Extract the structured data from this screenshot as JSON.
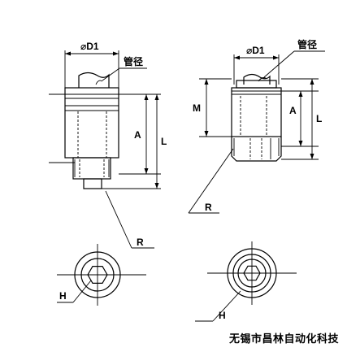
{
  "figure": {
    "left_part": {
      "dia_label": "⌀D1",
      "tube_label": "管径",
      "dim_a": "A",
      "dim_l": "L",
      "dim_r": "R",
      "dim_h": "H"
    },
    "right_part": {
      "dia_label": "⌀D1",
      "tube_label": "管径",
      "dim_m": "M",
      "dim_a": "A",
      "dim_l": "L",
      "dim_r": "R",
      "dim_h": "H"
    }
  },
  "watermark": "无锡市昌林自动化科技"
}
